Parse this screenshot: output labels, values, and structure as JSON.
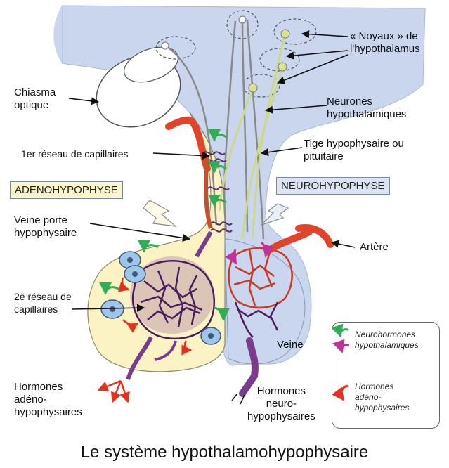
{
  "title": "Le système hypothalamohypophysaire",
  "labels": {
    "noyaux_l1": "« Noyaux » de",
    "noyaux_l2": "l'hypothalamus",
    "chiasma_l1": "Chiasma",
    "chiasma_l2": "optique",
    "neurones_l1": "Neurones",
    "neurones_l2": "hypothalamiques",
    "tige_l1": "Tige hypophysaire ou",
    "tige_l2": "pituitaire",
    "reseau1": "1er réseau de capillaires",
    "adeno": "ADENOHYPOPHYSE",
    "neuro": "NEUROHYPOPHYSE",
    "veine_porte_l1": "Veine porte",
    "veine_porte_l2": "hypophysaire",
    "artere": "Artère",
    "reseau2_l1": "2e réseau de",
    "reseau2_l2": "capillaires",
    "veine": "Veine",
    "horm_adeno_l1": "Hormones",
    "horm_adeno_l2": "adéno-",
    "horm_adeno_l3": "hypophysaires",
    "horm_neuro_l1": "Hormones",
    "horm_neuro_l2": "neuro-",
    "horm_neuro_l3": "hypophysaires"
  },
  "legend": {
    "neurohormones_l1": "Neurohormones",
    "neurohormones_l2": "hypothalamiques",
    "horm_adeno_l1": "Hormones",
    "horm_adeno_l2": "adéno-",
    "horm_adeno_l3": "hypophysaires"
  },
  "colors": {
    "hypothalamus": "#c9d6ee",
    "adenohypophysis": "#fbf3c4",
    "artery": "#e0442a",
    "portal_vein": "#7a3d8c",
    "neurohormone_green": "#2fae56",
    "neurohormone_magenta": "#c0329a",
    "adeno_hormone_red": "#e53020"
  }
}
